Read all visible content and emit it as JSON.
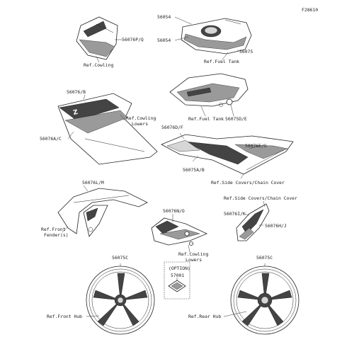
{
  "figure_id": "F28610",
  "labels": {
    "p56054_a": "56054",
    "p56054_b": "56054",
    "p56075": "56075",
    "ref_fuel_tank_1": "Ref.Fuel Tank",
    "p56076pq": "56076P/Q",
    "ref_cowling": "Ref.Cowling",
    "ref_fuel_tank_2": "Ref.Fuel Tank",
    "p56075de": "56075D/E",
    "p56076b": "56076/B",
    "ref_cowling_lowers_1a": "Ref.Cowling",
    "ref_cowling_lowers_1b": "Lowers",
    "p56076ac": "56076A/C",
    "p56076df": "56076D/F",
    "p56076eg": "56076E/G",
    "p56075ab": "56075A/B",
    "ref_side_covers_1": "Ref.Side Covers/Chain Cover",
    "p56076lm": "56076L/M",
    "ref_side_covers_2": "Ref.Side Covers/Chain Cover",
    "p56076no": "56076N/O",
    "p56076ik": "56076I/K",
    "p56076hj": "56076H/J",
    "ref_front_fender_a": "Ref.Front",
    "ref_front_fender_b": "Fender(s)",
    "ref_cowling_lowers_2a": "Ref.Cowling",
    "ref_cowling_lowers_2b": "Lowers",
    "p56075c_left": "56075C",
    "option_title": "(OPTION)",
    "p57001": "57001",
    "p56075c_right": "56075C",
    "ref_front_hub": "Ref.Front Hub",
    "ref_rear_hub": "Ref.Rear Hub"
  }
}
